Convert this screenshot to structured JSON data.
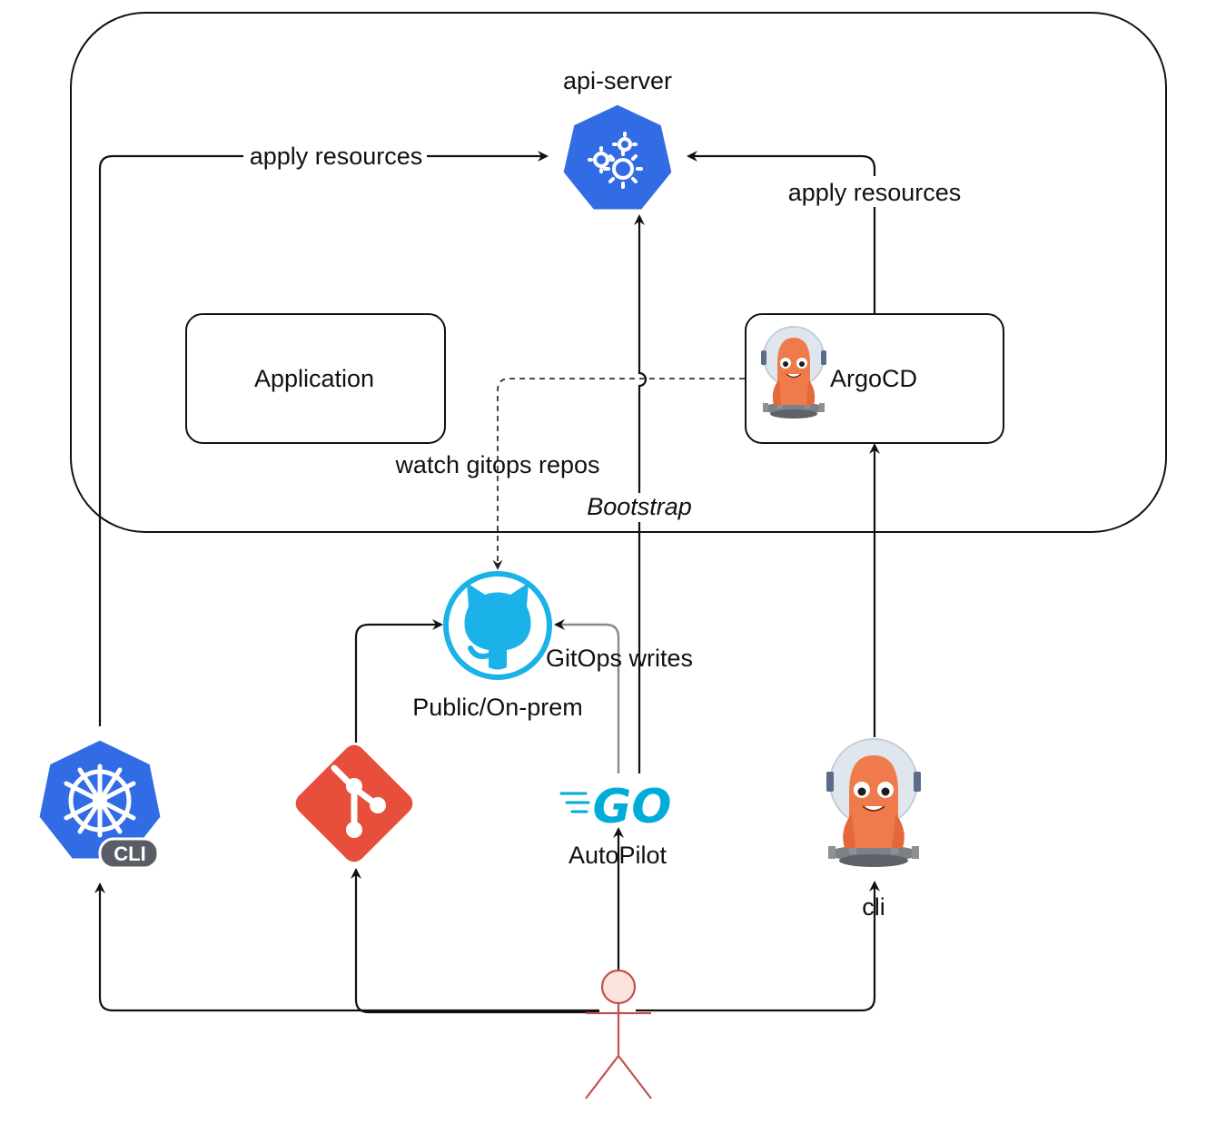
{
  "diagram": {
    "nodes": {
      "api_server": {
        "label": "api-server",
        "icon": "kubernetes-control-plane-icon",
        "color": "#326ce5"
      },
      "application": {
        "label": "Application"
      },
      "argocd": {
        "label": "ArgoCD",
        "icon": "argocd-octopus-icon",
        "color": "#ef7b4d"
      },
      "github": {
        "label": "Public/On-prem",
        "icon": "github-octocat-icon",
        "color": "#1ab2e8"
      },
      "kubectl": {
        "badge": "CLI",
        "icon": "kubernetes-helm-wheel-icon",
        "color": "#326ce5"
      },
      "git": {
        "icon": "git-logo-icon",
        "color": "#e84e3c"
      },
      "autopilot": {
        "label": "AutoPilot",
        "icon": "go-logo-icon",
        "logo_text": "GO",
        "color": "#00add8"
      },
      "argocd_cli": {
        "label": "cli",
        "icon": "argocd-octopus-icon",
        "color": "#ef7b4d"
      },
      "user": {
        "icon": "user-stick-figure-icon",
        "color": "#c0504d"
      }
    },
    "edges": {
      "kubectl_apply": "apply resources",
      "argocd_apply": "apply resources",
      "watch_repos": "watch gitops repos",
      "bootstrap": "Bootstrap",
      "gitops_writes": "GitOps writes"
    }
  }
}
